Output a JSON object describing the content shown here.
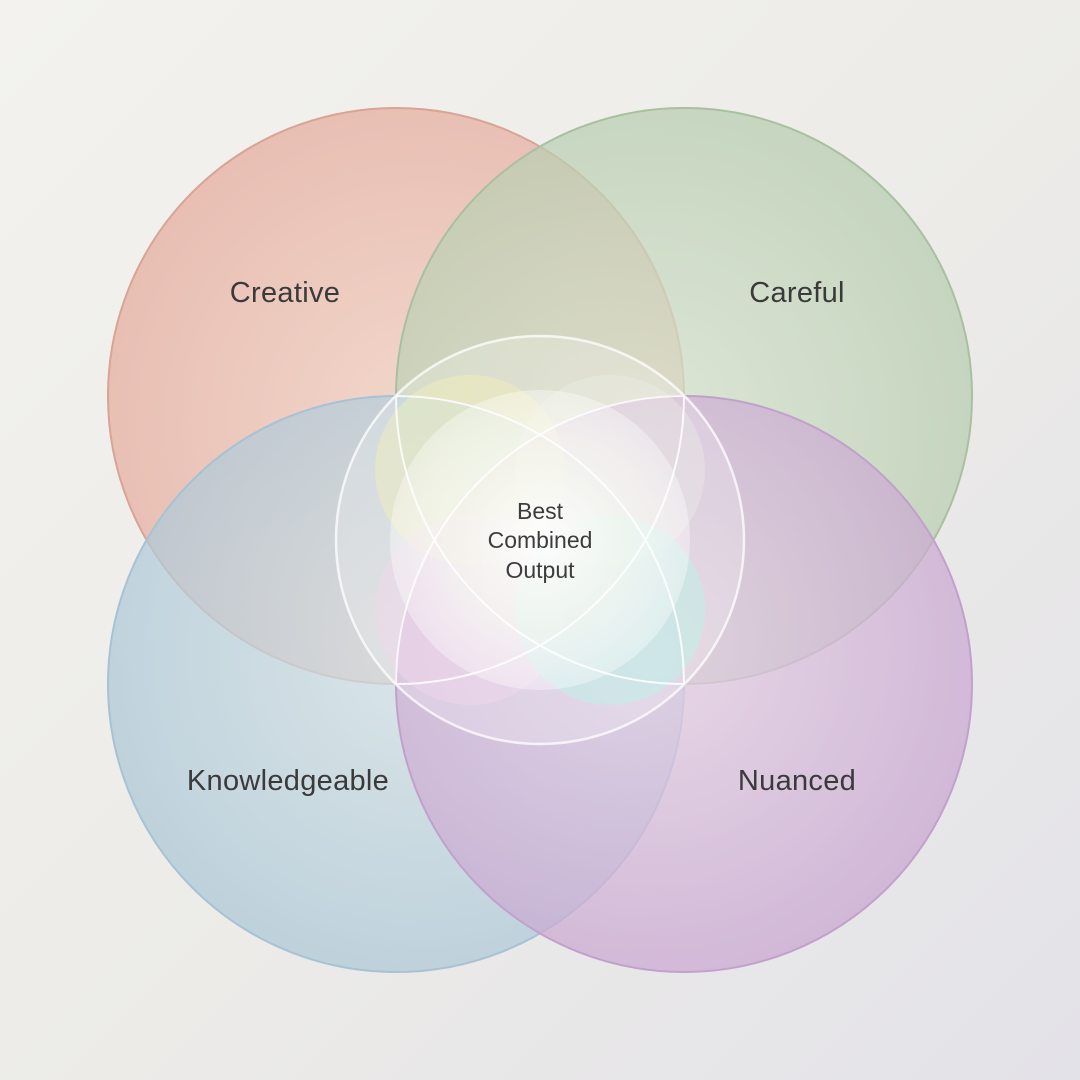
{
  "diagram": {
    "type": "venn",
    "sets": [
      {
        "label": "Creative",
        "color": "#e8a99a"
      },
      {
        "label": "Careful",
        "color": "#a9c4a0"
      },
      {
        "label": "Knowledgeable",
        "color": "#9fc0d6"
      },
      {
        "label": "Nuanced",
        "color": "#c49ccd"
      }
    ],
    "center": {
      "lines": [
        "Best",
        "Combined",
        "Output"
      ]
    }
  }
}
